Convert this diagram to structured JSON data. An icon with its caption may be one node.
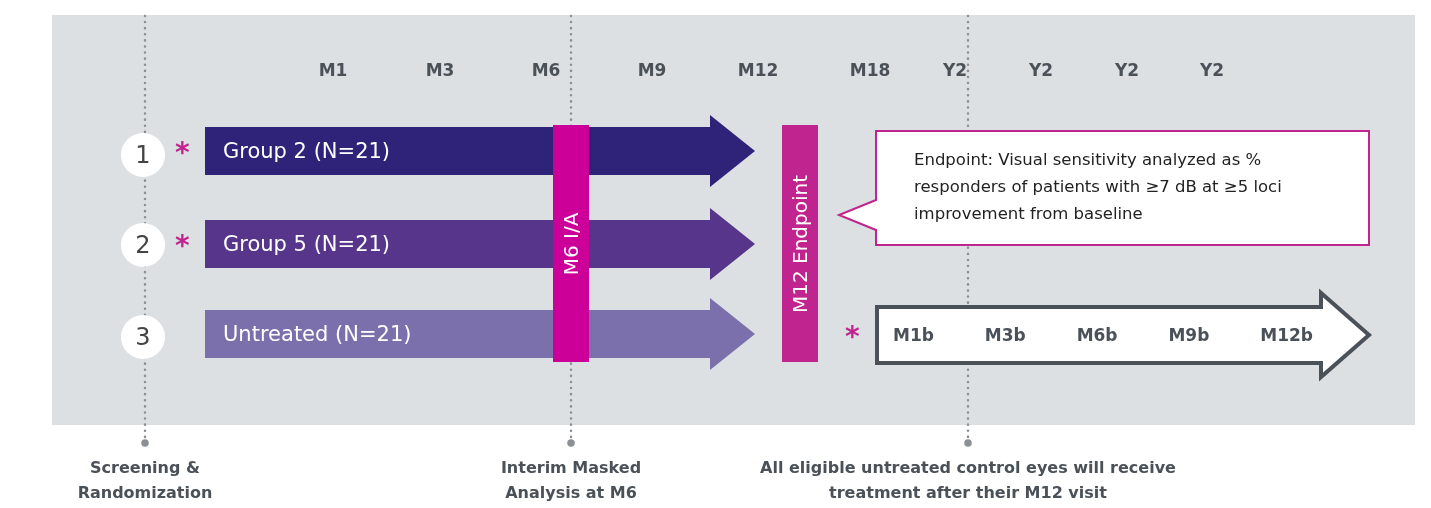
{
  "diagram": {
    "nodes": [
      {
        "text": [
          "1"
        ]
      },
      {
        "text": [
          "Group 2 (N=21)"
        ],
        "beside": [
          "*"
        ]
      },
      {
        "text": [
          "2"
        ]
      },
      {
        "text": [
          "Group 5 (N=21)"
        ],
        "beside": [
          "*"
        ]
      },
      {
        "text": [
          "3"
        ]
      },
      {
        "text": [
          "Untreated (N=21)"
        ]
      },
      {
        "text": [
          "M6 I/A"
        ]
      },
      {
        "text": [
          "M12 Endpoint"
        ]
      },
      {
        "text": [
          "Endpoint: Visual sensitivity analyzed as % responders of patients with ≥7 dB at ≥5 loci improvement from baseline"
        ]
      },
      {
        "text": [
          "M1b",
          "M3b",
          "M6b",
          "M9b",
          "M12b"
        ],
        "beside": [
          "*"
        ]
      },
      {
        "text": [
          "Screening & Randomization"
        ]
      },
      {
        "text": [
          "Interim Masked Analysis at M6"
        ]
      },
      {
        "text": [
          "All eligible untreated control eyes will receive treatment after their M12 visit"
        ]
      }
    ],
    "edges": [
      {
        "from": 10,
        "to": null,
        "arrow": "other",
        "style": "dashed"
      },
      {
        "from": 11,
        "to": null,
        "arrow": "other",
        "style": "dashed"
      },
      {
        "from": 12,
        "to": null,
        "arrow": "other",
        "style": "dashed"
      }
    ],
    "labels": [
      "M1",
      "M3",
      "M6",
      "M9",
      "M12",
      "M18",
      "Y2",
      "Y2",
      "Y2",
      "Y2"
    ]
  }
}
